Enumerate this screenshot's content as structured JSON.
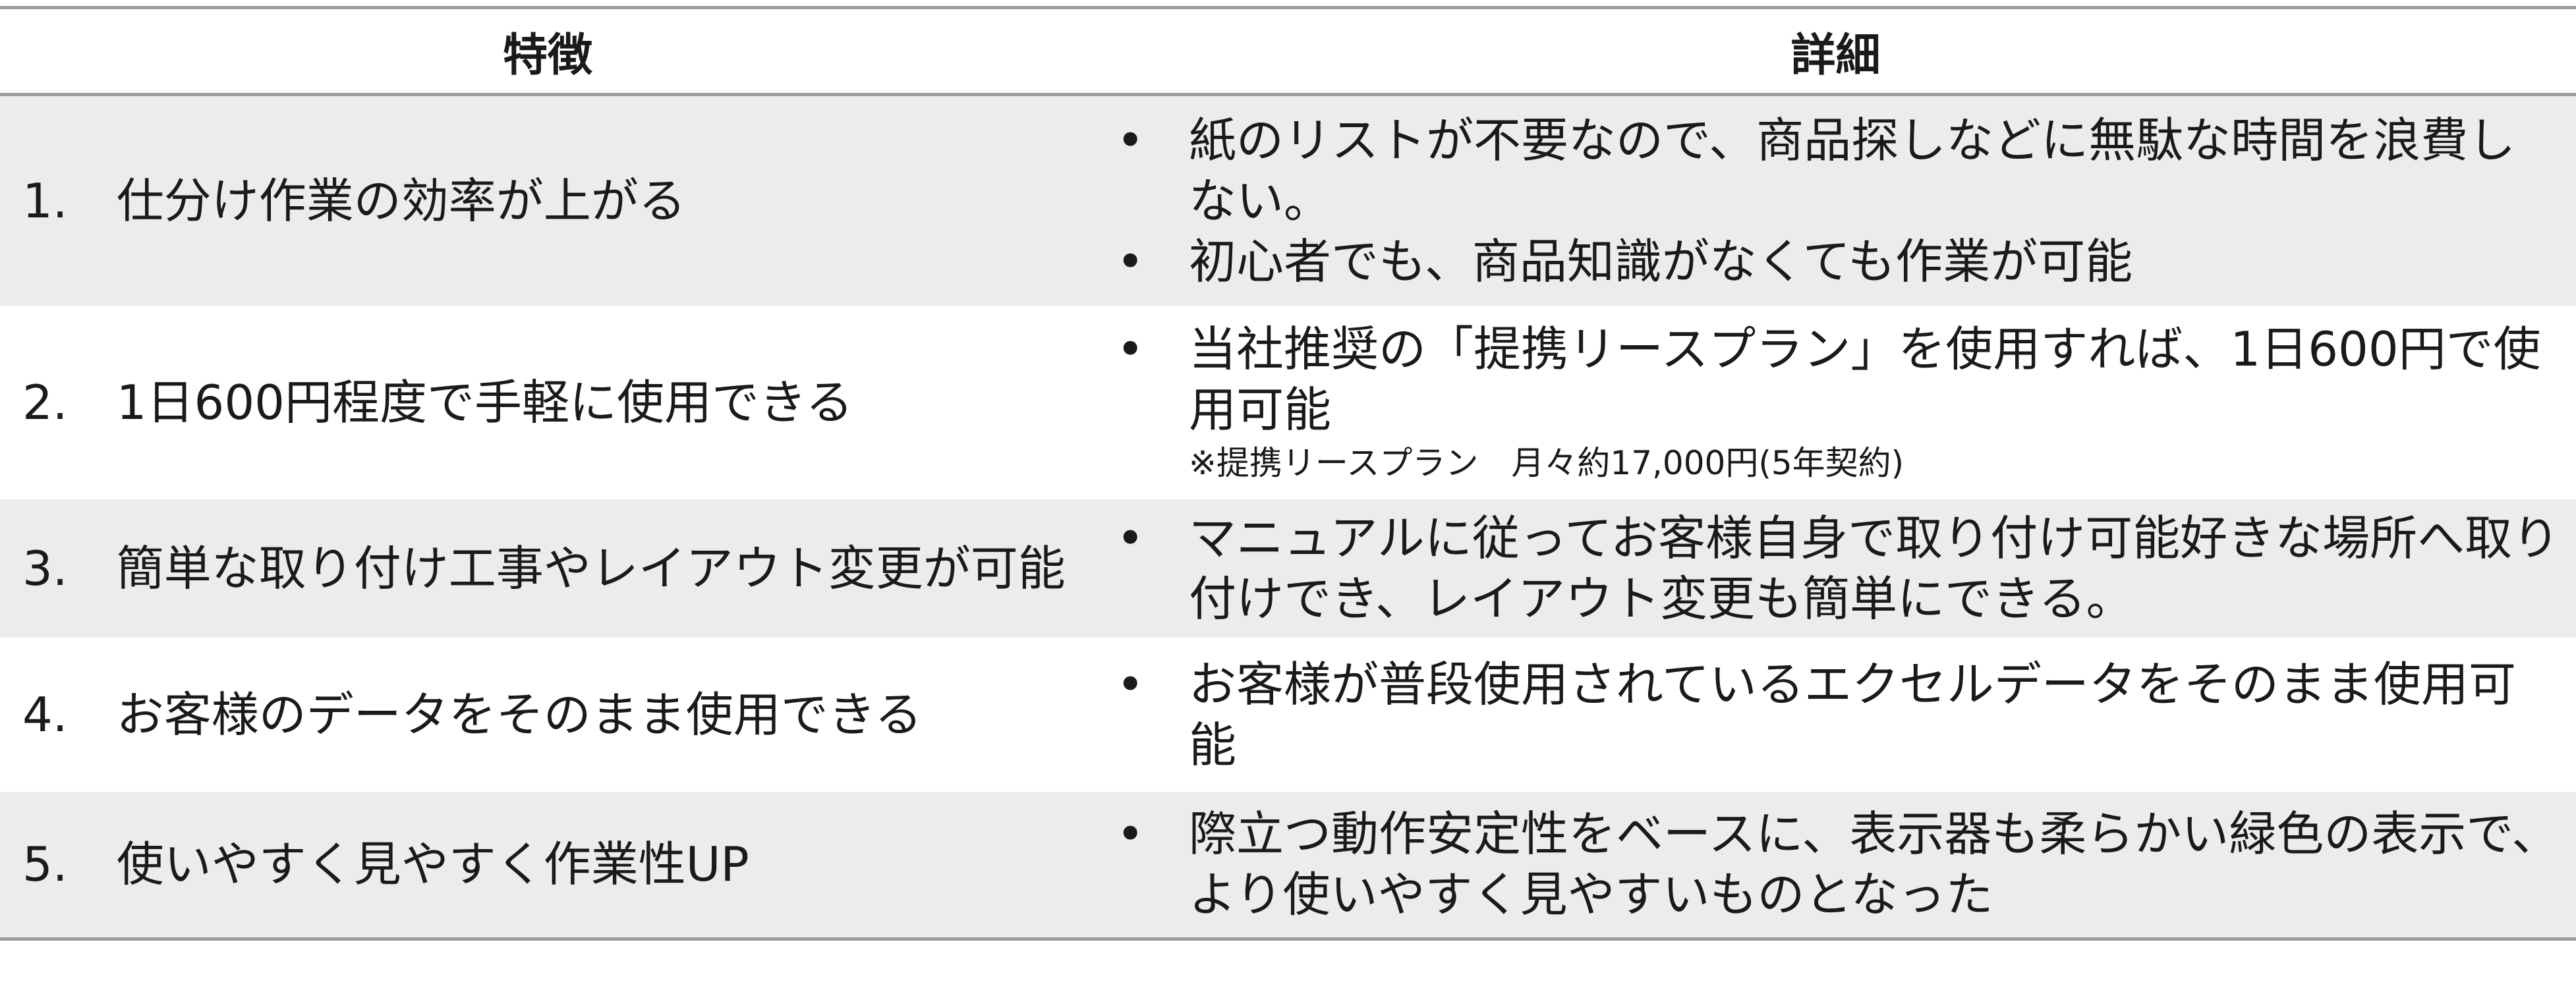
{
  "table": {
    "headers": {
      "feature": "特徴",
      "detail": "詳細"
    },
    "bullet_char": "•",
    "rows": [
      {
        "num": "1.",
        "feature": "仕分け作業の効率が上がる",
        "details": [
          "紙のリストが不要なので、商品探しなどに無駄な時間を浪費しない。",
          "初心者でも、商品知識がなくても作業が可能"
        ]
      },
      {
        "num": "2.",
        "feature": "1日600円程度で手軽に使用できる",
        "details": [
          "当社推奨の「提携リースプラン」を使用すれば、1日600円で使用可能"
        ],
        "note": "※提携リースプラン　月々約17,000円(5年契約)"
      },
      {
        "num": "3.",
        "feature": "簡単な取り付け工事やレイアウト変更が可能",
        "details": [
          "マニュアルに従ってお客様自身で取り付け可能好きな場所へ取り付けでき、レイアウト変更も簡単にできる。"
        ]
      },
      {
        "num": "4.",
        "feature": "お客様のデータをそのまま使用できる",
        "details": [
          "お客様が普段使用されているエクセルデータをそのまま使用可能"
        ]
      },
      {
        "num": "5.",
        "feature": "使いやすく見やすく作業性UP",
        "details": [
          "際立つ動作安定性をベースに、表示器も柔らかい緑色の表示で、より使いやすく見やすいものとなった"
        ]
      }
    ]
  }
}
